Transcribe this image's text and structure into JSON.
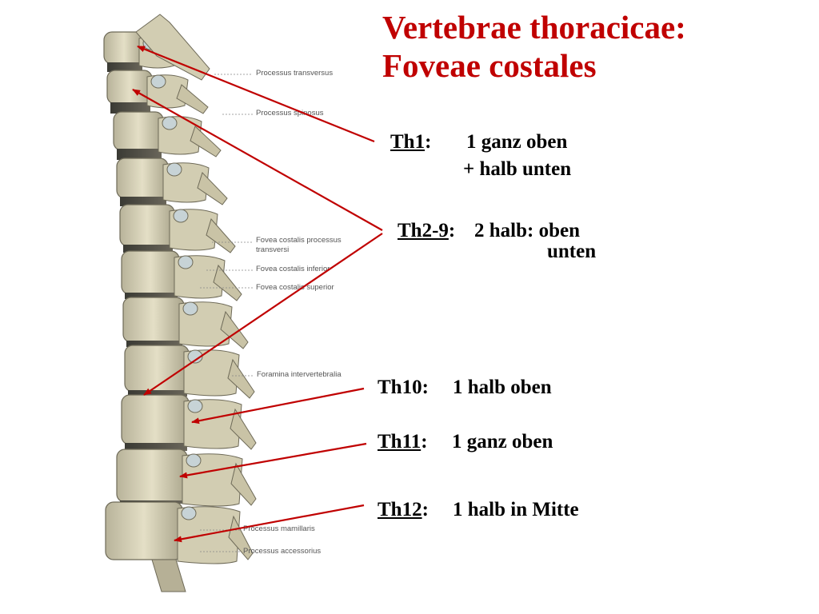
{
  "title": {
    "line1": "Vertebrae thoracicae:",
    "line2": "Foveae costales",
    "color": "#c00000"
  },
  "arrow_color": "#c00000",
  "labels": {
    "th1": {
      "name": "Th1",
      "colon": ":",
      "line1": "1 ganz oben",
      "line2": "+ halb unten"
    },
    "th2_9": {
      "name": "Th2-9",
      "colon": ":",
      "line1": "2 halb: oben",
      "line2": "unten"
    },
    "th10": {
      "name": "Th10",
      "colon": ":",
      "text": "1 halb oben"
    },
    "th11": {
      "name": "Th11",
      "colon": ":",
      "text": "1 ganz oben"
    },
    "th12": {
      "name": "Th12",
      "colon": ":",
      "text": "1 halb in Mitte"
    }
  },
  "anatomy_labels": {
    "processus_transversus": "Processus transversus",
    "processus_spinosus": "Processus spinosus",
    "fovea_costalis_processus_line1": "Fovea costalis processus",
    "fovea_costalis_processus_line2": "transversi",
    "fovea_costalis_inferior": "Fovea costalis inferior",
    "fovea_costalis_superior": "Fovea costalis superior",
    "foramina_intervertebralia": "Foramina intervertebralia",
    "processus_mamillaris": "Processus mamillaris",
    "processus_accessorius": "Processus accessorius"
  }
}
